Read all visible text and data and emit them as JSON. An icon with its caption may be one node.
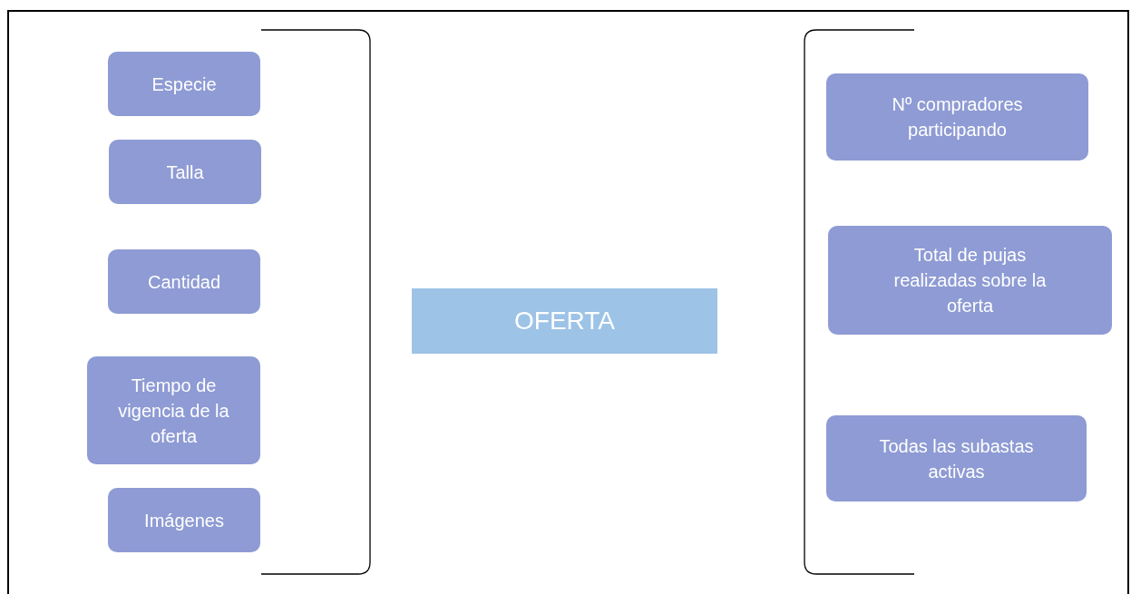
{
  "diagram": {
    "nodes": [
      {
        "text": [
          "Especie"
        ]
      },
      {
        "text": [
          "Talla"
        ]
      },
      {
        "text": [
          "Cantidad"
        ]
      },
      {
        "text": [
          "Tiempo de vigencia de la oferta"
        ]
      },
      {
        "text": [
          "Imágenes"
        ]
      },
      {
        "text": [
          "OFERTA"
        ]
      },
      {
        "text": [
          "Nº compradores participando"
        ]
      },
      {
        "text": [
          "Total de pujas realizadas sobre la oferta"
        ]
      },
      {
        "text": [
          "Todas las subastas activas"
        ]
      }
    ]
  }
}
